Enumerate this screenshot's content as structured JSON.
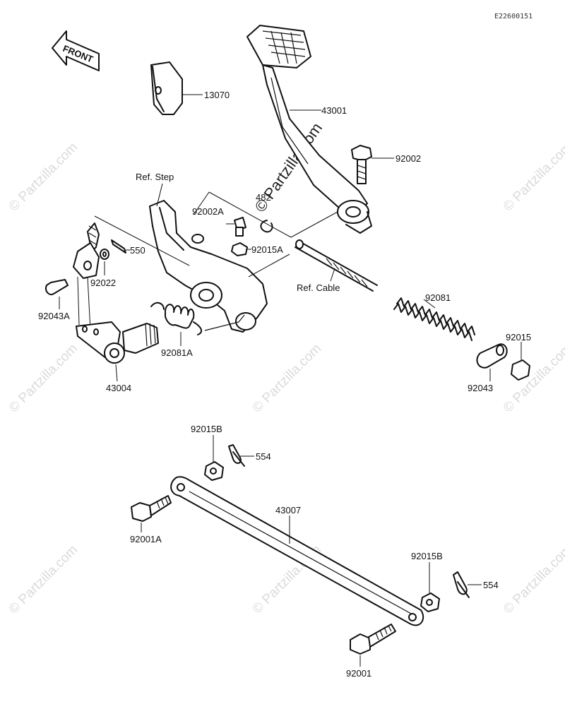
{
  "diagram_code": "E22600151",
  "front_label": "FRONT",
  "refs": {
    "step": "Ref. Step",
    "cable": "Ref. Cable"
  },
  "parts": {
    "p13070": "13070",
    "p43001": "43001",
    "p92002": "92002",
    "p482": "482",
    "p92002A": "92002A",
    "p92015A": "92015A",
    "p550": "550",
    "p92022": "92022",
    "p92043A": "92043A",
    "p92081A": "92081A",
    "p43004": "43004",
    "p92081": "92081",
    "p92015": "92015",
    "p92043": "92043",
    "p92015B_top": "92015B",
    "p554_top": "554",
    "p43007": "43007",
    "p92001A": "92001A",
    "p92015B_bot": "92015B",
    "p554_bot": "554",
    "p92001": "92001"
  },
  "watermark": {
    "text": "© Partzilla.com"
  },
  "icons": {
    "front_arrow": "front-arrow-icon"
  }
}
